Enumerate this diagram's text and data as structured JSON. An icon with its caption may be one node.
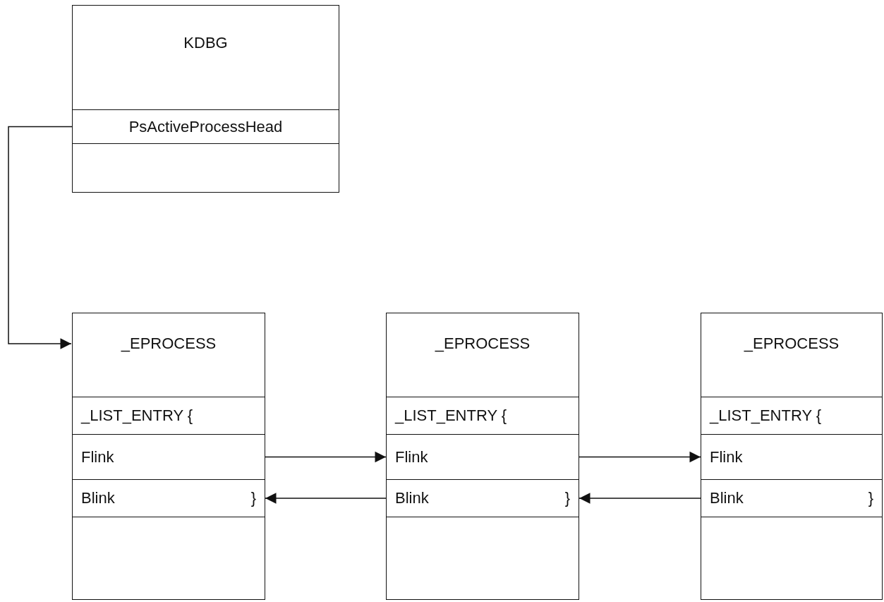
{
  "diagram": {
    "nodes": [
      {
        "text": [
          "KDBG"
        ]
      },
      {
        "text": [
          "PsActiveProcessHead"
        ],
        "in": 0
      },
      {
        "text": [
          "_EPROCESS"
        ]
      },
      {
        "text": [
          "_LIST_ENTRY {"
        ],
        "in": 2
      },
      {
        "text": [
          "Flink"
        ],
        "in": 2
      },
      {
        "text": [
          "Blink",
          "}"
        ],
        "in": 2
      },
      {
        "text": [
          "_EPROCESS"
        ]
      },
      {
        "text": [
          "_LIST_ENTRY {"
        ],
        "in": 6
      },
      {
        "text": [
          "Flink"
        ],
        "in": 6
      },
      {
        "text": [
          "Blink",
          "}"
        ],
        "in": 6
      },
      {
        "text": [
          "_EPROCESS"
        ]
      },
      {
        "text": [
          "_LIST_ENTRY {"
        ],
        "in": 10
      },
      {
        "text": [
          "Flink"
        ],
        "in": 10
      },
      {
        "text": [
          "Blink",
          "}"
        ],
        "in": 10
      }
    ],
    "edges": [
      {
        "from": 1,
        "to": 2,
        "arrow": "to"
      },
      {
        "from": 4,
        "to": 8,
        "arrow": "to"
      },
      {
        "from": 9,
        "to": 5,
        "arrow": "to"
      },
      {
        "from": 8,
        "to": 12,
        "arrow": "to"
      },
      {
        "from": 13,
        "to": 9,
        "arrow": "to"
      }
    ]
  }
}
